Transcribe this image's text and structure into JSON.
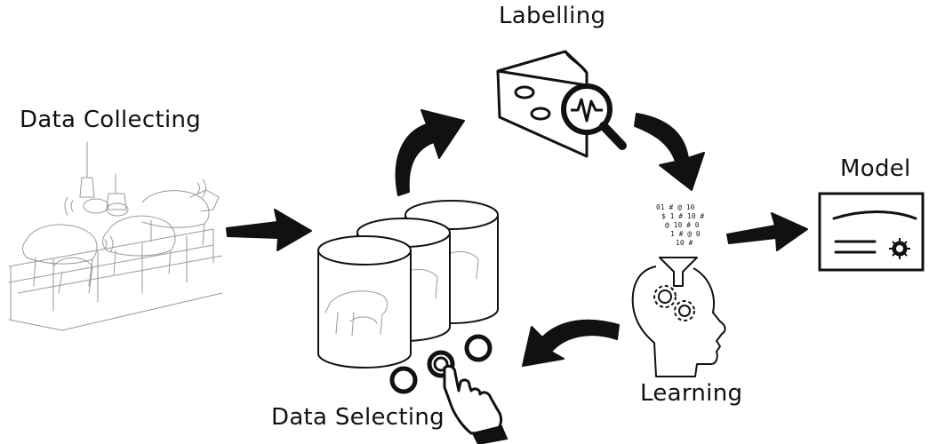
{
  "stages": {
    "data_collecting": "Data Collecting",
    "labelling": "Labelling",
    "model": "Model",
    "learning": "Learning",
    "data_selecting": "Data Selecting"
  },
  "learning_symbols": [
    "01 # @ 10",
    "$ 1 # 10 #",
    "@ 10 # 0",
    "1 # @ 0",
    "10 #"
  ],
  "colors": {
    "ink": "#111111",
    "sketch": "#9a9a9a",
    "background": "#ffffff"
  },
  "icons": [
    "livestock-barn-sketch",
    "database-stack",
    "cheese-magnifier",
    "head-gears",
    "model-card",
    "hand-select"
  ]
}
